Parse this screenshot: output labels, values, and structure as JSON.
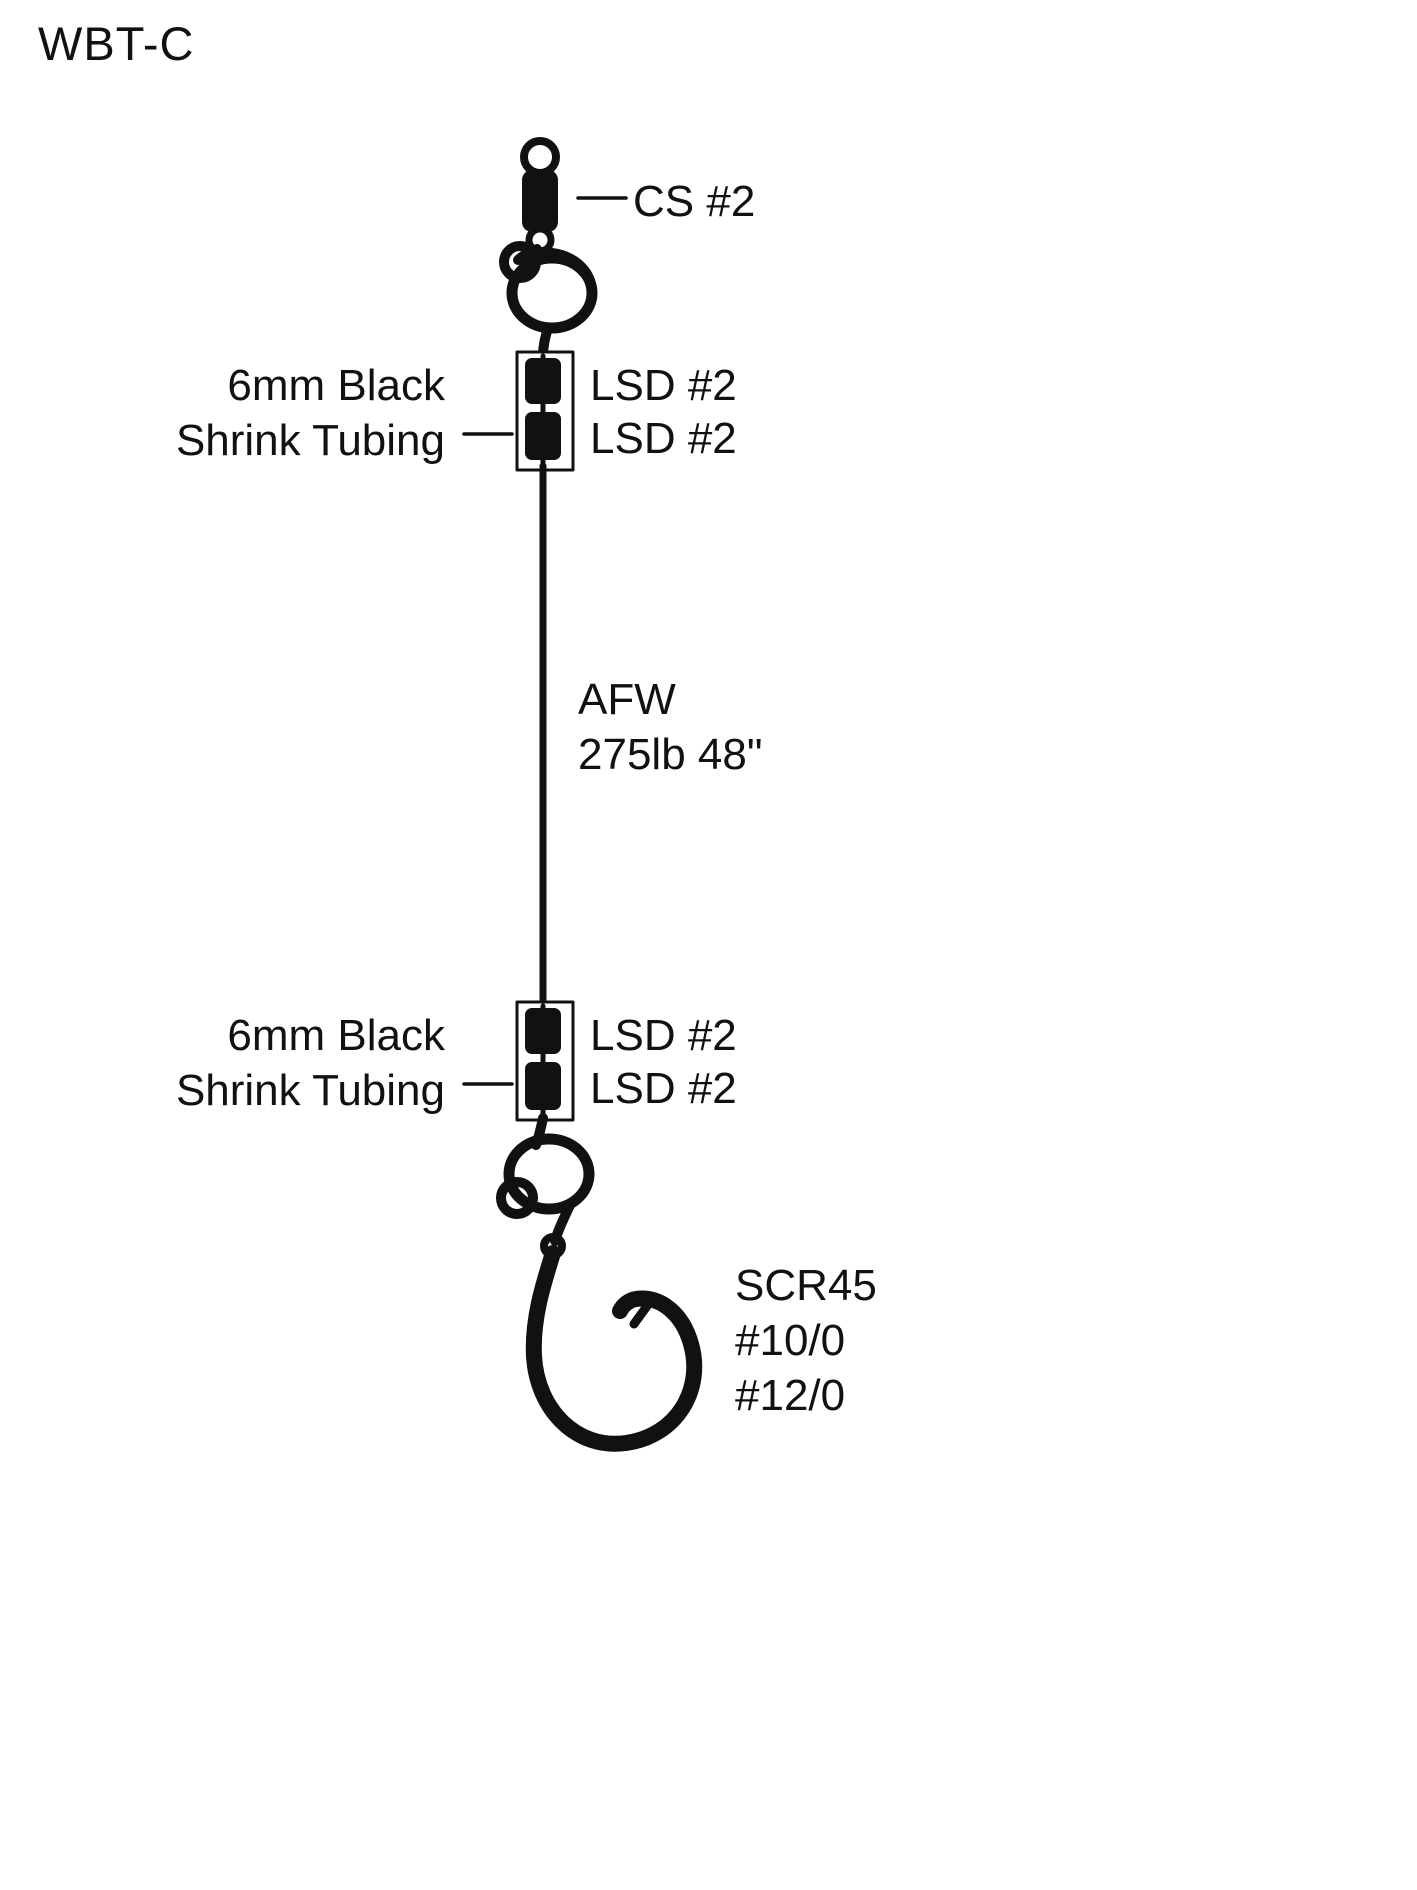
{
  "page": {
    "title": "WBT-C"
  },
  "colors": {
    "ink": "#111111",
    "background": "#ffffff"
  },
  "swivel": {
    "label": "CS #2"
  },
  "top_tubing": {
    "callout_line1": "6mm Black",
    "callout_line2": "Shrink Tubing",
    "sleeve1": "LSD #2",
    "sleeve2": "LSD #2"
  },
  "wire": {
    "brand": "AFW",
    "spec": "275lb 48\""
  },
  "bottom_tubing": {
    "callout_line1": "6mm Black",
    "callout_line2": "Shrink Tubing",
    "sleeve1": "LSD #2",
    "sleeve2": "LSD #2"
  },
  "hook": {
    "model": "SCR45",
    "size1": "#10/0",
    "size2": "#12/0"
  }
}
